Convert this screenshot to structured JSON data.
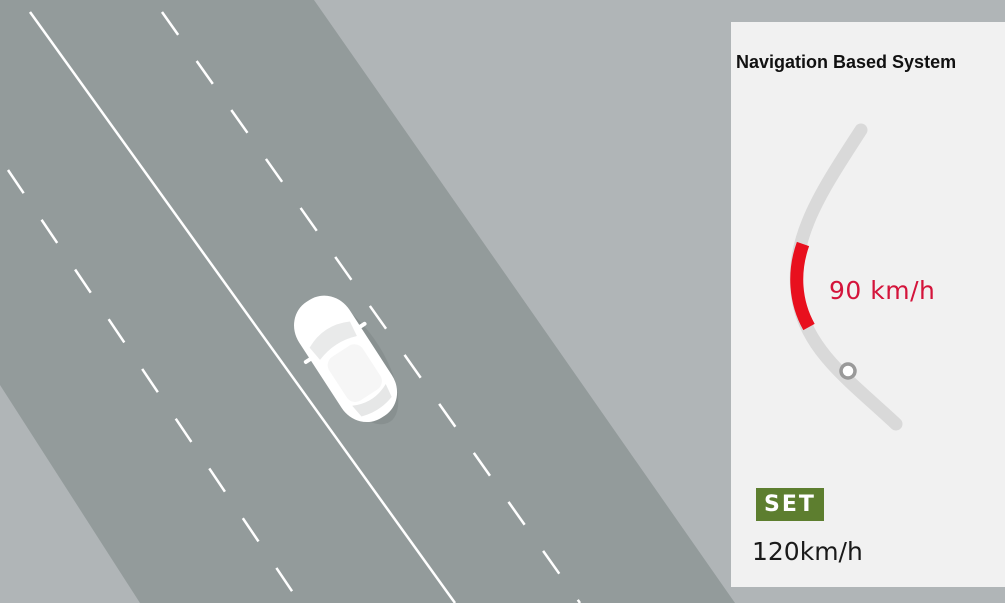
{
  "panel": {
    "title": "Navigation Based System",
    "speed_limit": "90 km/h",
    "set_label": "SET",
    "set_speed": "120km/h"
  },
  "colors": {
    "background": "#b0b5b7",
    "road": "#939b9b",
    "lane_marking": "#ffffff",
    "panel_bg": "#f1f1f1",
    "curve_track": "#d9d9d9",
    "curve_highlight": "#e8101e",
    "speed_limit_text": "#d4143b",
    "set_badge": "#5d7e2f"
  },
  "icons": [
    "car-icon",
    "position-marker-icon"
  ]
}
